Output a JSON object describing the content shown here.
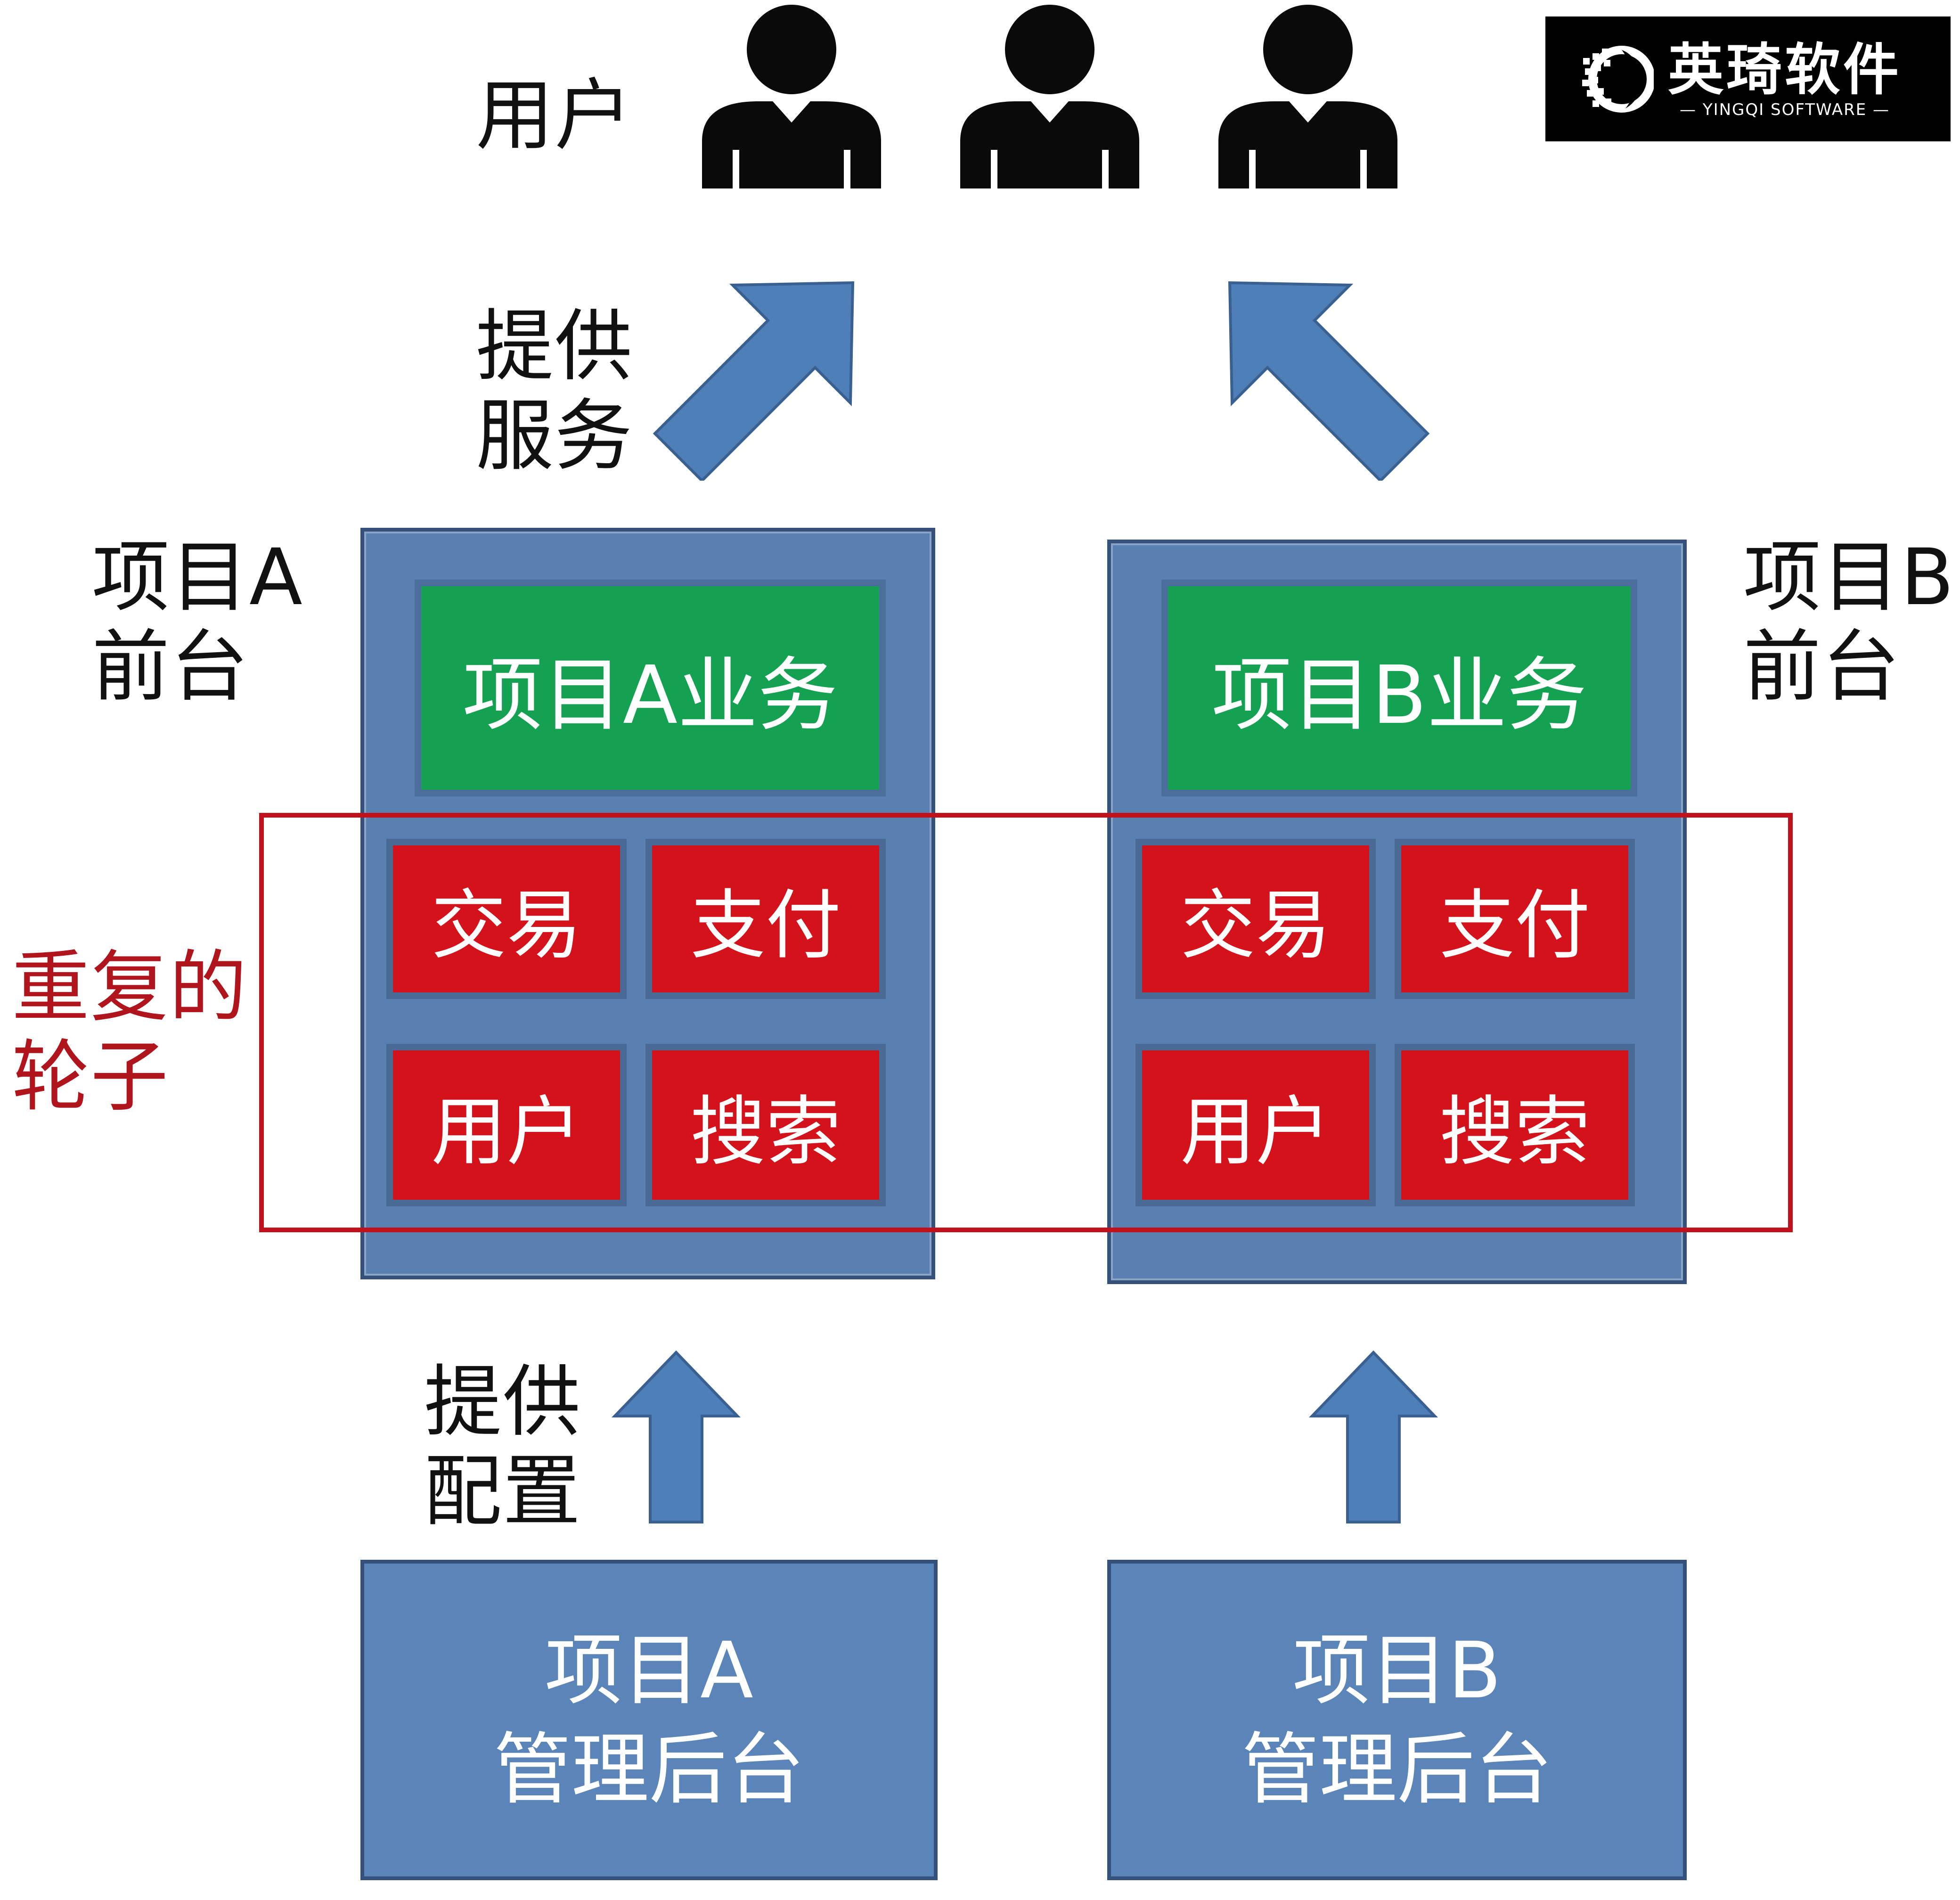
{
  "colors": {
    "frontend_blue": "#5a80b1",
    "business_green": "#14a152",
    "module_red": "#d4121b",
    "highlight_red": "#c0121c",
    "arrow_blue": "#4f7fb9"
  },
  "logo": {
    "title": "英琦软件",
    "subtitle": "YINGQI SOFTWARE",
    "icon": "yingqi-logo-icon"
  },
  "users": {
    "label": "用户",
    "icons": [
      "user-icon",
      "user-icon",
      "user-icon"
    ]
  },
  "provide_service": {
    "label": "提供\n服务"
  },
  "provide_config": {
    "label": "提供\n配置"
  },
  "duplicate_label": "重复的\n轮子",
  "project_a": {
    "frontend_label": "项目A\n前台",
    "business": "项目A业务",
    "modules": [
      "交易",
      "支付",
      "用户",
      "搜索"
    ],
    "backend": "项目A\n管理后台"
  },
  "project_b": {
    "frontend_label": "项目B\n前台",
    "business": "项目B业务",
    "modules": [
      "交易",
      "支付",
      "用户",
      "搜索"
    ],
    "backend": "项目B\n管理后台"
  }
}
